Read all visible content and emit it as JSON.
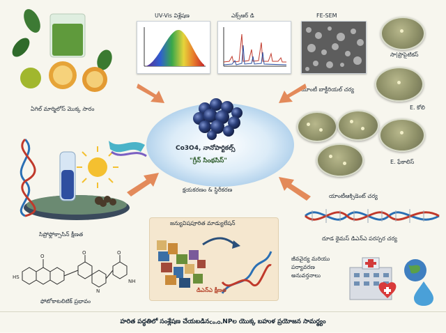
{
  "labels": {
    "uv_vis": "UV-Vis విశ్లేషణ",
    "xrd": "ఎక్స్‌ఆర్ డి",
    "fe_sem": "FE-SEM",
    "source": "ఏగిల్ మార్మిలోస్ మొక్క సారం",
    "antibacterial": "యాంటీ బాక్టీరియల్ చర్య",
    "s_aureus": "సా|ప్రొపైటికస్",
    "e_coli": "E. కోలి",
    "e_faecalis": "E. ఫేకాలిస్",
    "center_title": "Co3O4, నానోపార్టికల్స్",
    "green_synthesis": "\"గ్రీన్ సింథసిస్\"",
    "characterization": "క్షయకరణం & స్థిరీకరణ",
    "cipro": "సిప్రోఫ్లోక్సాసిన్ క్షీణత",
    "antioxidant": "యాంటీఆక్సిడెంట్ చర్య",
    "dna_interaction": "దూడ థైమస్ డిఎన్ఎ పరస్పర చర్య",
    "photocatalytic": "ఫోటోకాటలిటిక్ ప్రభావం",
    "genotoxic": "జన్యువిషపూరిత మాడ్యులేషన్",
    "dna_degradation": "డిఎన్ఎ క్షీణత",
    "biomedical": "జీవవైద్య మరియు\nపర్యావరణ\nఅనువర్తనాలు"
  },
  "footer": {
    "text_a": "హరిత పద్ధతిలో సంశ్లేషణ చేయబడిన ",
    "sup": "Co₃O₄",
    "text_b": " NPల యొక్క బహుళ ప్రయోజన సామర్థ్యం"
  },
  "colors": {
    "arrow": "#e38a5a",
    "blob": "#cfe3f3",
    "sphere": "#2b3f7a"
  }
}
